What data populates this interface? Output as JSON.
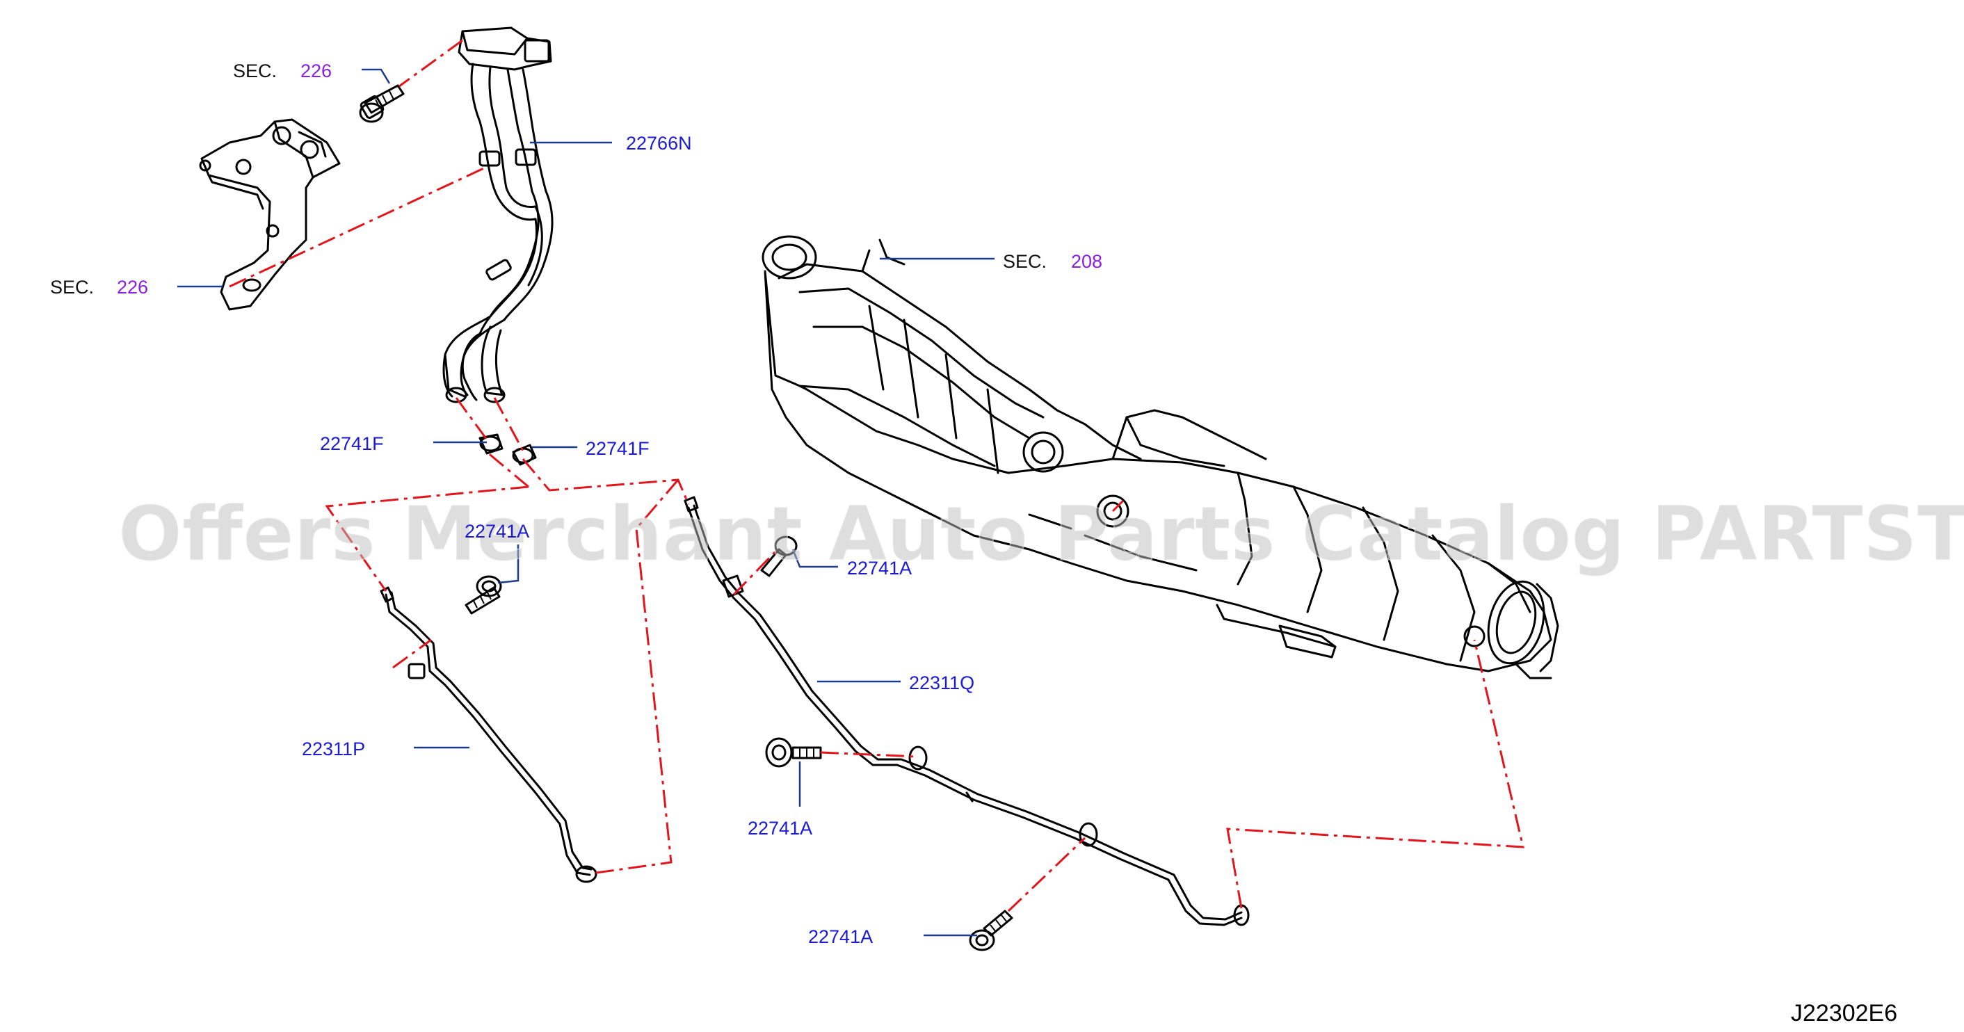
{
  "labels": {
    "sec_top": "SEC.",
    "sec_top_ref": "226",
    "sec_left": "SEC.",
    "sec_left_ref": "226",
    "sec_right": "SEC.",
    "sec_right_ref": "208",
    "harness": "22766N",
    "clip_left": "22741F",
    "clip_right": "22741F",
    "bolt_mid_left": "22741A",
    "bolt_mid_right": "22741A",
    "tube_right": "22311Q",
    "tube_left": "22311P",
    "bolt_lower_mid": "22741A",
    "bolt_bottom": "22741A"
  },
  "watermark": "Offers Merchant Auto Parts Catalog PARTSTORE.SA",
  "figure_code": "J22302E6",
  "colors": {
    "part_number": "#1a1ad8",
    "section_ref": "#8a1ee6",
    "dash_line": "#e3141b",
    "leader": "#1a3a8c"
  }
}
